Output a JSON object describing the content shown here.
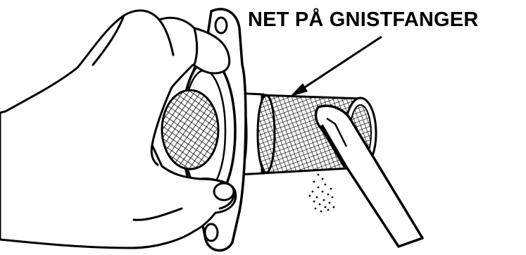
{
  "callout": {
    "label": "NET PÅ GNISTFANGER"
  },
  "illustration": {
    "ink_color": "#000000",
    "paper_color": "#ffffff",
    "parts": [
      "hand",
      "spark-arrester-flange",
      "spark-arrester-screen",
      "brush",
      "debris"
    ]
  }
}
